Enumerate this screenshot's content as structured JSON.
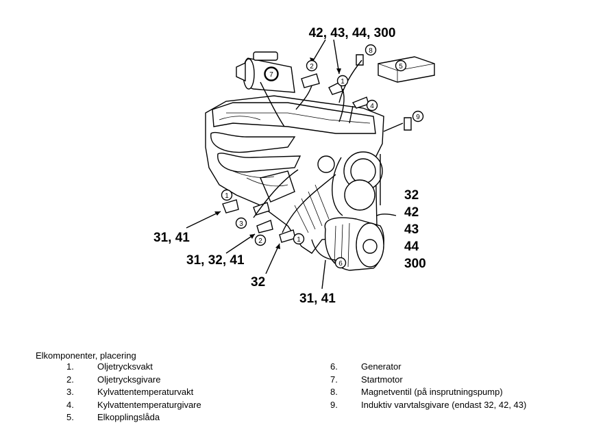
{
  "figure": {
    "model_labels": {
      "top": "42, 43, 44, 300",
      "right_32": "32",
      "right_42": "42",
      "right_43": "43",
      "right_44": "44",
      "right_300": "300",
      "left_3141": "31, 41",
      "left_313241": "31, 32, 41",
      "bottom_32": "32",
      "bottom_3141": "31, 41"
    },
    "callouts": [
      "1",
      "2",
      "3",
      "4",
      "5",
      "6",
      "7",
      "8",
      "9"
    ]
  },
  "caption": "Elkomponenter, placering",
  "legend": {
    "left": [
      {
        "num": "1.",
        "text": "Oljetrycksvakt"
      },
      {
        "num": "2.",
        "text": "Oljetrycksgivare"
      },
      {
        "num": "3.",
        "text": "Kylvattentemperaturvakt"
      },
      {
        "num": "4.",
        "text": "Kylvattentemperaturgivare"
      },
      {
        "num": "5.",
        "text": "Elkopplingslåda"
      }
    ],
    "right": [
      {
        "num": "6.",
        "text": "Generator"
      },
      {
        "num": "7.",
        "text": "Startmotor"
      },
      {
        "num": "8.",
        "text": "Magnetventil (på insprutningspump)"
      },
      {
        "num": "9.",
        "text": "Induktiv varvtalsgivare (endast 32, 42, 43)"
      }
    ]
  }
}
